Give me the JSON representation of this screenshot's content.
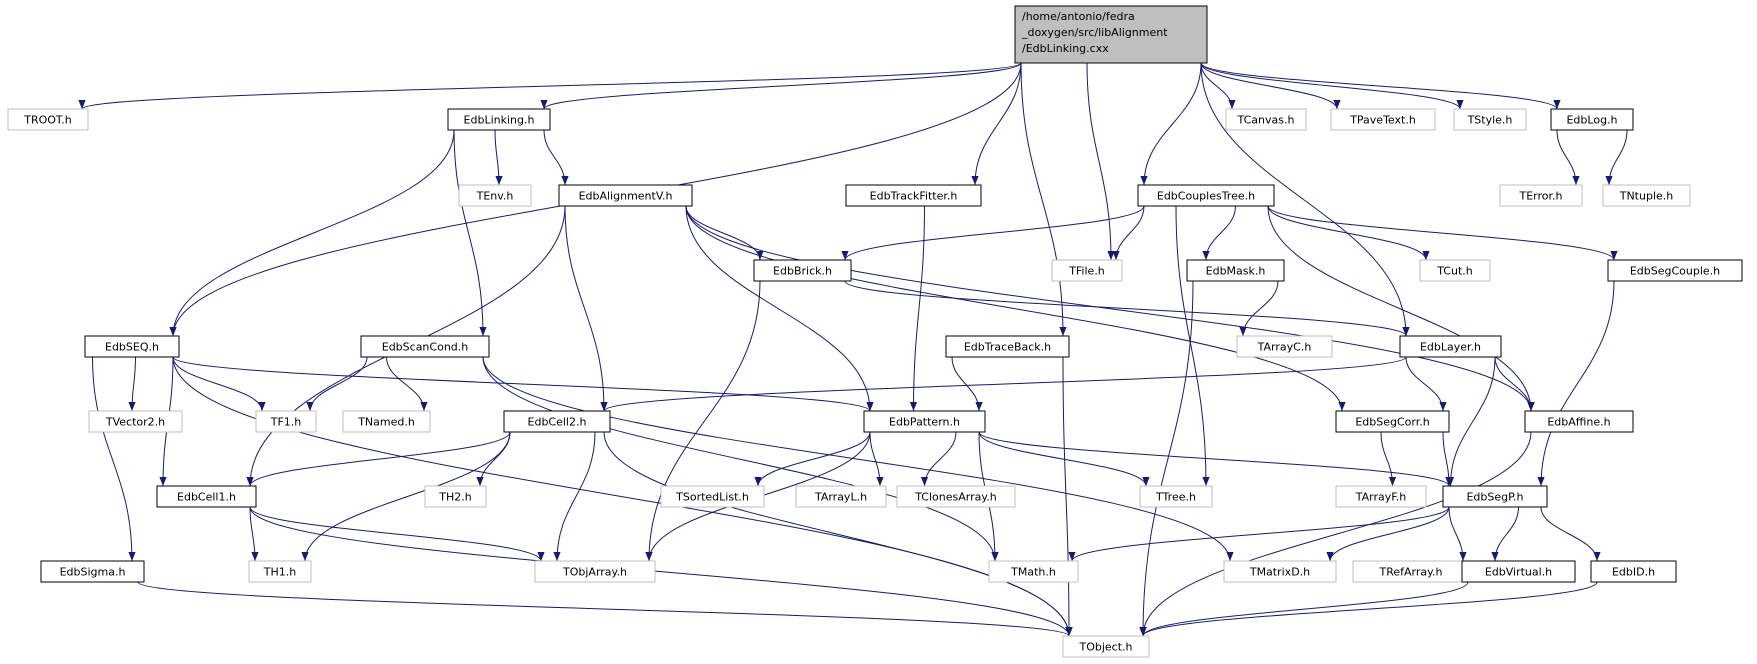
{
  "graph": {
    "root": {
      "lines": [
        "/home/antonio/fedra",
        "_doxygen/src/libAlignment",
        "/EdbLinking.cxx"
      ]
    },
    "nodes": [
      {
        "key": "troot",
        "label": "TROOT.h",
        "kind": "external"
      },
      {
        "key": "edblinking",
        "label": "EdbLinking.h",
        "kind": "internal"
      },
      {
        "key": "tcanvas",
        "label": "TCanvas.h",
        "kind": "external"
      },
      {
        "key": "tpavetext",
        "label": "TPaveText.h",
        "kind": "external"
      },
      {
        "key": "tstyle",
        "label": "TStyle.h",
        "kind": "external"
      },
      {
        "key": "edblog",
        "label": "EdbLog.h",
        "kind": "internal"
      },
      {
        "key": "tenv",
        "label": "TEnv.h",
        "kind": "external"
      },
      {
        "key": "edbalignmentv",
        "label": "EdbAlignmentV.h",
        "kind": "internal"
      },
      {
        "key": "edbtrackfitter",
        "label": "EdbTrackFitter.h",
        "kind": "internal"
      },
      {
        "key": "edbcouplestree",
        "label": "EdbCouplesTree.h",
        "kind": "internal"
      },
      {
        "key": "terror",
        "label": "TError.h",
        "kind": "external"
      },
      {
        "key": "tntuple",
        "label": "TNtuple.h",
        "kind": "external"
      },
      {
        "key": "edbbrick",
        "label": "EdbBrick.h",
        "kind": "internal"
      },
      {
        "key": "tfile",
        "label": "TFile.h",
        "kind": "external"
      },
      {
        "key": "edbmask",
        "label": "EdbMask.h",
        "kind": "internal"
      },
      {
        "key": "tcut",
        "label": "TCut.h",
        "kind": "external"
      },
      {
        "key": "edbsegcouple",
        "label": "EdbSegCouple.h",
        "kind": "internal"
      },
      {
        "key": "edbseq",
        "label": "EdbSEQ.h",
        "kind": "internal"
      },
      {
        "key": "edbscancond",
        "label": "EdbScanCond.h",
        "kind": "internal"
      },
      {
        "key": "edbtraceback",
        "label": "EdbTraceBack.h",
        "kind": "internal"
      },
      {
        "key": "tarrayc",
        "label": "TArrayC.h",
        "kind": "external"
      },
      {
        "key": "edblayer",
        "label": "EdbLayer.h",
        "kind": "internal"
      },
      {
        "key": "tvector2",
        "label": "TVector2.h",
        "kind": "external"
      },
      {
        "key": "tf1",
        "label": "TF1.h",
        "kind": "external"
      },
      {
        "key": "tnamed",
        "label": "TNamed.h",
        "kind": "external"
      },
      {
        "key": "edbcell2",
        "label": "EdbCell2.h",
        "kind": "internal"
      },
      {
        "key": "edbpattern",
        "label": "EdbPattern.h",
        "kind": "internal"
      },
      {
        "key": "edbsegcorr",
        "label": "EdbSegCorr.h",
        "kind": "internal"
      },
      {
        "key": "edbaffine",
        "label": "EdbAffine.h",
        "kind": "internal"
      },
      {
        "key": "edbcell1",
        "label": "EdbCell1.h",
        "kind": "internal"
      },
      {
        "key": "th2",
        "label": "TH2.h",
        "kind": "external"
      },
      {
        "key": "tsortedlist",
        "label": "TSortedList.h",
        "kind": "external"
      },
      {
        "key": "tarrayl",
        "label": "TArrayL.h",
        "kind": "external"
      },
      {
        "key": "tclonesarray",
        "label": "TClonesArray.h",
        "kind": "external"
      },
      {
        "key": "ttree",
        "label": "TTree.h",
        "kind": "external"
      },
      {
        "key": "tarrayf",
        "label": "TArrayF.h",
        "kind": "external"
      },
      {
        "key": "edbsegp",
        "label": "EdbSegP.h",
        "kind": "internal"
      },
      {
        "key": "edbsigma",
        "label": "EdbSigma.h",
        "kind": "internal"
      },
      {
        "key": "th1",
        "label": "TH1.h",
        "kind": "external"
      },
      {
        "key": "tobjarray",
        "label": "TObjArray.h",
        "kind": "external"
      },
      {
        "key": "tmath",
        "label": "TMath.h",
        "kind": "external"
      },
      {
        "key": "tmatrixd",
        "label": "TMatrixD.h",
        "kind": "external"
      },
      {
        "key": "trefarray",
        "label": "TRefArray.h",
        "kind": "external"
      },
      {
        "key": "edbvirtual",
        "label": "EdbVirtual.h",
        "kind": "internal"
      },
      {
        "key": "edbid",
        "label": "EdbID.h",
        "kind": "internal"
      },
      {
        "key": "tobject",
        "label": "TObject.h",
        "kind": "external"
      }
    ],
    "edges": [
      [
        "root",
        "troot"
      ],
      [
        "root",
        "edblinking"
      ],
      [
        "root",
        "edbseq"
      ],
      [
        "root",
        "edbtrackfitter"
      ],
      [
        "root",
        "tfile"
      ],
      [
        "root",
        "edbtraceback"
      ],
      [
        "root",
        "edbcouplestree"
      ],
      [
        "root",
        "edblayer"
      ],
      [
        "root",
        "tcanvas"
      ],
      [
        "root",
        "tpavetext"
      ],
      [
        "root",
        "tstyle"
      ],
      [
        "root",
        "edblog"
      ],
      [
        "edblinking",
        "tenv"
      ],
      [
        "edblinking",
        "edbalignmentv"
      ],
      [
        "edblinking",
        "edbscancond"
      ],
      [
        "edblinking",
        "edbseq"
      ],
      [
        "edblog",
        "terror"
      ],
      [
        "edblog",
        "tntuple"
      ],
      [
        "edbalignmentv",
        "edbbrick"
      ],
      [
        "edbalignmentv",
        "edbsegcorr"
      ],
      [
        "edbalignmentv",
        "edbaffine"
      ],
      [
        "edbalignmentv",
        "edbpattern"
      ],
      [
        "edbalignmentv",
        "edbcell2"
      ],
      [
        "edbalignmentv",
        "edbcell1"
      ],
      [
        "edbtrackfitter",
        "edbpattern"
      ],
      [
        "edbcouplestree",
        "edbbrick"
      ],
      [
        "edbcouplestree",
        "tfile"
      ],
      [
        "edbcouplestree",
        "edbmask"
      ],
      [
        "edbcouplestree",
        "tcut"
      ],
      [
        "edbcouplestree",
        "edbsegcouple"
      ],
      [
        "edbcouplestree",
        "ttree"
      ],
      [
        "edbcouplestree",
        "edbaffine"
      ],
      [
        "edbbrick",
        "edblayer"
      ],
      [
        "edbbrick",
        "tobjarray"
      ],
      [
        "edbmask",
        "tarrayc"
      ],
      [
        "edbmask",
        "tobject"
      ],
      [
        "edbsegcouple",
        "edbsegp"
      ],
      [
        "edbseq",
        "tvector2"
      ],
      [
        "edbseq",
        "tf1"
      ],
      [
        "edbseq",
        "edbpattern"
      ],
      [
        "edbseq",
        "edbcell1"
      ],
      [
        "edbseq",
        "edbsigma"
      ],
      [
        "edbseq",
        "tobject"
      ],
      [
        "edbscancond",
        "tf1"
      ],
      [
        "edbscancond",
        "tnamed"
      ],
      [
        "edbscancond",
        "tmatrixd"
      ],
      [
        "edbscancond",
        "tmath"
      ],
      [
        "edbtraceback",
        "edbpattern"
      ],
      [
        "edbtraceback",
        "tobject"
      ],
      [
        "edblayer",
        "edbcell2"
      ],
      [
        "edblayer",
        "edbsegcorr"
      ],
      [
        "edblayer",
        "edbaffine"
      ],
      [
        "edblayer",
        "edbsegp"
      ],
      [
        "edbcell2",
        "edbcell1"
      ],
      [
        "edbcell2",
        "th2"
      ],
      [
        "edbcell2",
        "th1"
      ],
      [
        "edbcell2",
        "tobjarray"
      ],
      [
        "edbcell2",
        "tobject"
      ],
      [
        "edbpattern",
        "tsortedlist"
      ],
      [
        "edbpattern",
        "tarrayl"
      ],
      [
        "edbpattern",
        "tclonesarray"
      ],
      [
        "edbpattern",
        "ttree"
      ],
      [
        "edbpattern",
        "tmath"
      ],
      [
        "edbpattern",
        "edbsegp"
      ],
      [
        "edbpattern",
        "tobjarray"
      ],
      [
        "edbsegcorr",
        "tarrayf"
      ],
      [
        "edbsegcorr",
        "edbsegp"
      ],
      [
        "edbaffine",
        "tobject"
      ],
      [
        "edbcell1",
        "th1"
      ],
      [
        "edbcell1",
        "tobjarray"
      ],
      [
        "edbcell1",
        "tobject"
      ],
      [
        "edbsegp",
        "tmath"
      ],
      [
        "edbsegp",
        "tmatrixd"
      ],
      [
        "edbsegp",
        "trefarray"
      ],
      [
        "edbsegp",
        "edbvirtual"
      ],
      [
        "edbsegp",
        "edbid"
      ],
      [
        "edbsigma",
        "tobject"
      ],
      [
        "edbvirtual",
        "tobject"
      ],
      [
        "edbid",
        "tobject"
      ]
    ]
  }
}
